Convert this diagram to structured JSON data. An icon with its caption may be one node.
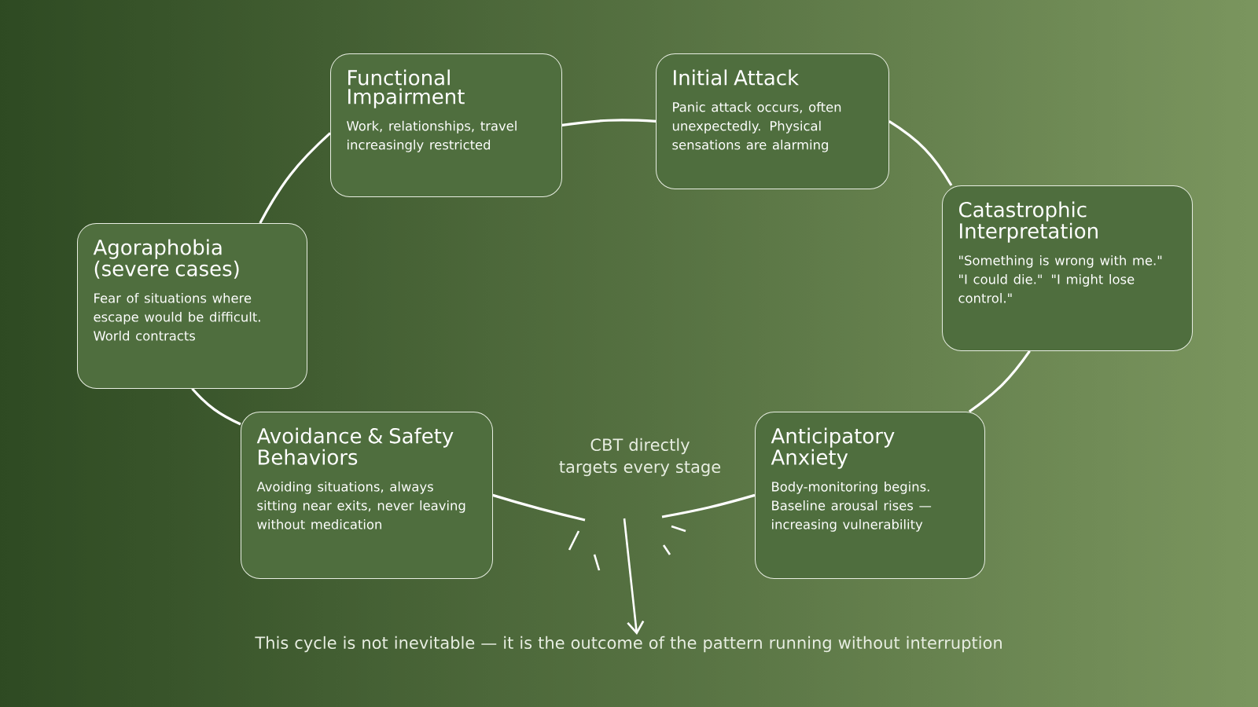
{
  "diagram": {
    "nodes": [
      {
        "text": [
          "Functional Impairment",
          "Work, relationships, travel increasingly restricted"
        ]
      },
      {
        "text": [
          "Initial Attack",
          "Panic attack occurs, often unexpectedly. Physical sensations are alarming"
        ]
      },
      {
        "text": [
          "Agoraphobia (severe cases)",
          "Fear of situations where escape would be difficult. World contracts"
        ]
      },
      {
        "text": [
          "Catastrophic Interpretation",
          "\"Something is wrong with me.\" \"I could die.\" \"I might lose control.\""
        ]
      },
      {
        "text": [
          "Avoidance & Safety Behaviors",
          "Avoiding situations, always sitting near exits, never leaving without medication"
        ]
      },
      {
        "text": [
          "CBT directly targets every stage"
        ]
      },
      {
        "text": [
          "Anticipatory Anxiety",
          "Body-monitoring begins. Baseline arousal rises — increasing vulnerability"
        ]
      },
      {
        "text": [
          "This cycle is not inevitable — it is the outcome of the pattern running without interruption"
        ]
      }
    ],
    "edges": [
      {
        "from": 0,
        "to": 1,
        "arrow": "none"
      },
      {
        "from": 1,
        "to": 3,
        "arrow": "none"
      },
      {
        "from": 3,
        "to": 6,
        "arrow": "none"
      },
      {
        "from": 6,
        "to": 5,
        "arrow": "none"
      },
      {
        "from": 4,
        "to": 5,
        "arrow": "none"
      },
      {
        "from": 4,
        "to": 2,
        "arrow": "none"
      },
      {
        "from": 2,
        "to": 0,
        "arrow": "none"
      },
      {
        "from": 5,
        "to": 7,
        "arrow": "to"
      }
    ]
  }
}
